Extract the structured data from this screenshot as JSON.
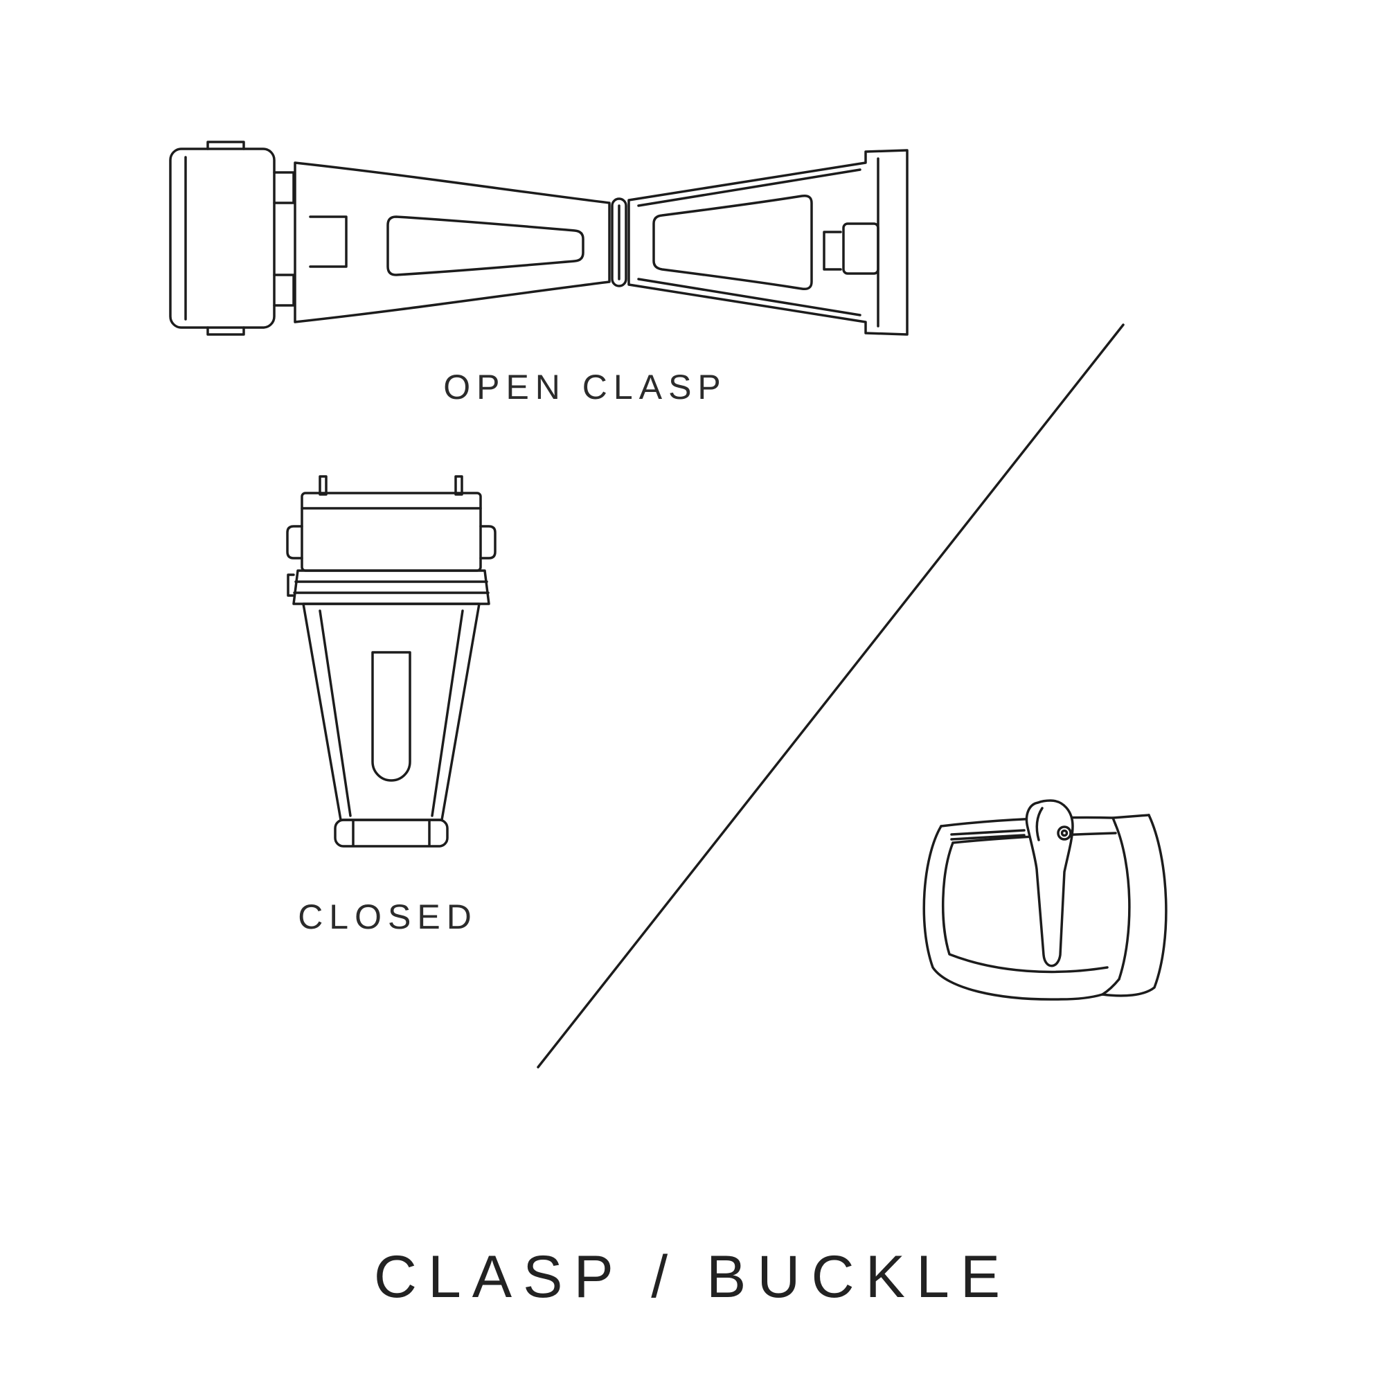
{
  "page": {
    "title": "CLASP / BUCKLE",
    "background": "#ffffff",
    "line_color": "#1c1c1c",
    "text_color": "#2b2b2b"
  },
  "figures": {
    "open_clasp": {
      "label": "OPEN CLASP"
    },
    "closed_clasp": {
      "label": "CLOSED"
    },
    "buckle": {
      "label": ""
    }
  }
}
